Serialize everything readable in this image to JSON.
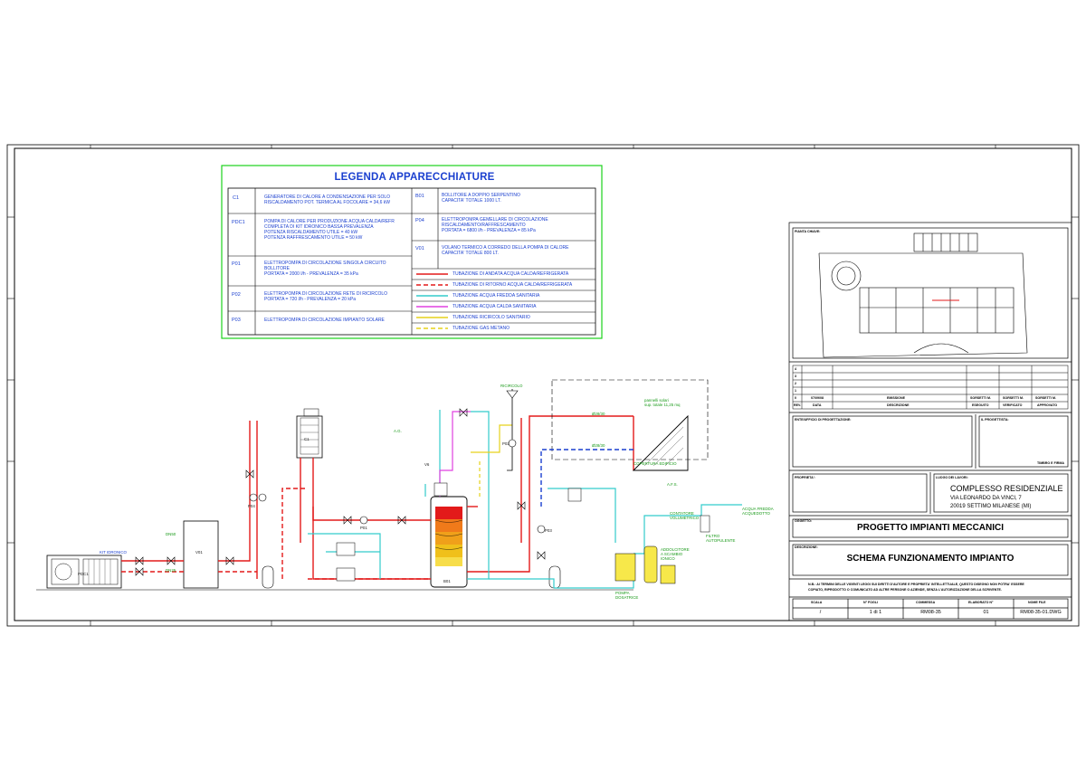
{
  "legend": {
    "title": "LEGENDA APPARECCHIATURE",
    "left_items": [
      {
        "code": "C1",
        "text": "GENERATORE DI CALORE A CONDENSAZIONE PER SOLO\nRISCALDAMENTO POT. TERMICA AL FOCOLARE = 34,6 kW"
      },
      {
        "code": "PDC1",
        "text": "POMPA DI CALORE PER PRODUZIONE ACQUA CALDA/REFR\nCOMPLETA DI KIT IDRONICO BASSA PREVALENZA\nPOTENZA RISCALDAMENTO UTILE = 40 kW\nPOTENZA RAFFRESCAMENTO UTILE = 50 kW"
      },
      {
        "code": "P01",
        "text": "ELETTROPOMPA DI CIRCOLAZIONE SINGOLA CIRCUITO\nBOLLITORE\nPORTATA = 2000 l/h - PREVALENZA = 35 kPa"
      },
      {
        "code": "P02",
        "text": "ELETTROPOMPA DI CIRCOLAZIONE RETE DI RICIRCOLO\nPORTATA = 720 l/h - PREVALENZA = 20 kPa"
      },
      {
        "code": "P03",
        "text": "ELETTROPOMPA DI CIRCOLAZIONE IMPIANTO SOLARE"
      }
    ],
    "right_items": [
      {
        "code": "B01",
        "text": "BOLLITORE A DOPPIO SERPENTINO\nCAPACITA' TOTALE 1000 LT."
      },
      {
        "code": "P04",
        "text": "ELETTROPOMPA GEMELLARE DI CIRCOLAZIONE\nRISCALDAMENTO/RAFFRESCAMENTO\nPORTATA = 6800 l/h - PREVALENZA = 85 kPa"
      },
      {
        "code": "V01",
        "text": "VOLANO TERMICO A CORREDO DELLA POMPA DI CALORE\nCAPACITA' TOTALE 800 LT."
      }
    ],
    "lines": [
      {
        "label": "TUBAZIONE DI ANDATA ACQUA CALDA/REFRIGERATA",
        "color": "#e31a1a",
        "style": "solid"
      },
      {
        "label": "TUBAZIONE DI RITORNO ACQUA CALDA/REFRIGERATA",
        "color": "#e31a1a",
        "style": "dashed"
      },
      {
        "label": "TUBAZIONE ACQUA FREDDA SANITARIA",
        "color": "#33cccc",
        "style": "solid"
      },
      {
        "label": "TUBAZIONE ACQUA CALDA SANITARIA",
        "color": "#e040e0",
        "style": "solid"
      },
      {
        "label": "TUBAZIONE RICIRCOLO SANITARIO",
        "color": "#e6d21a",
        "style": "solid"
      },
      {
        "label": "TUBAZIONE GAS METANO",
        "color": "#e6d21a",
        "style": "dashed"
      }
    ]
  },
  "diagram": {
    "labels": {
      "ricircolo": "RICIRCOLO",
      "pannelli": "pannelli solari\nsup. totale 11,25 mq",
      "copertura": "COPERTURA EDIFICIO",
      "acqua_fredda": "ACQUA FREDDA\nACQUEDOTTO",
      "pdc": "PDC1",
      "kit": "KIT IDRONICO",
      "pompa_dosatrice": "POMPA\nDOSATRICE",
      "addolcitore": "ADDOLCITORE\nA SCAMBIO\nIONICO",
      "filtro": "FILTRO\nAUTOPULENTE",
      "contatore": "CONTATORE\nVOLUMETRICO",
      "ag": "A.G.",
      "afs": "A.F.S.",
      "dn1": "DN50",
      "dn2": "DN25",
      "v1": "V01",
      "c1": "C1",
      "b1": "B01",
      "p1": "P01",
      "p2": "P02",
      "p3": "P03",
      "p4": "P04",
      "dn_solar1": "Ø28/30",
      "dn_solar2": "Ø28/30",
      "v_label": "V6"
    }
  },
  "title_block": {
    "pianta_label": "PIANTA CHIAVE:",
    "rev_rows": [
      "4",
      "3",
      "2",
      "1",
      "0"
    ],
    "rev_header": {
      "rev": "REV.",
      "data": "DATA",
      "descrizione": "DESCRIZIONE",
      "eseguito": "ESEGUITO",
      "verificato": "VERIFICATO",
      "approvato": "APPROVATO"
    },
    "rev0": {
      "data": "07/09/08",
      "descrizione": "EMISSIONE",
      "eseguito": "SORSETTI M.",
      "verificato": "SORSETTI M.",
      "approvato": "SORSETTI M."
    },
    "committente_label": "ENTE/UFFICIO DI PROGETTAZIONE:",
    "progettista_label": "IL PROGETTISTA:",
    "timbro_label": "TIMBRO E FIRMA",
    "proprieta_label": "PROPRIETA':",
    "luogo_label": "LUOGO DEI LAVORI:",
    "complesso": "COMPLESSO RESIDENZIALE",
    "via": "VIA LEONARDO DA VINCI, 7",
    "citta": "20019 SETTIMO MILANESE (MI)",
    "oggetto_label": "OGGETTO:",
    "oggetto": "PROGETTO IMPIANTI MECCANICI",
    "descrizione_label": "DESCRIZIONE:",
    "descrizione": "SCHEMA FUNZIONAMENTO IMPIANTO",
    "note": "N.B.: AI TERMINI DELLE VIGENTI LEGGI SUI DIRITTI D'AUTORE E PROPRIETA' INTELLETTUALE, QUESTO DISEGNO NON POTRA' ESSERE\nCOPIATO, RIPRODOTTO O COMUNICATO AD ALTRE PERSONE O AZIENDE, SENZA L'AUTORIZZAZIONE DELLA SCRIVENTE.",
    "footer_headers": {
      "scala": "SCALA",
      "fogli": "N° FOGLI",
      "commessa": "COMMESSA",
      "elaborato": "ELABORATO N°",
      "nome_file": "NOME FILE"
    },
    "footer_values": {
      "scala": "/",
      "fogli": "1 di 1",
      "commessa": "RM08-35",
      "elaborato": "01",
      "nome_file": "RM08-35-01.DWG"
    }
  }
}
